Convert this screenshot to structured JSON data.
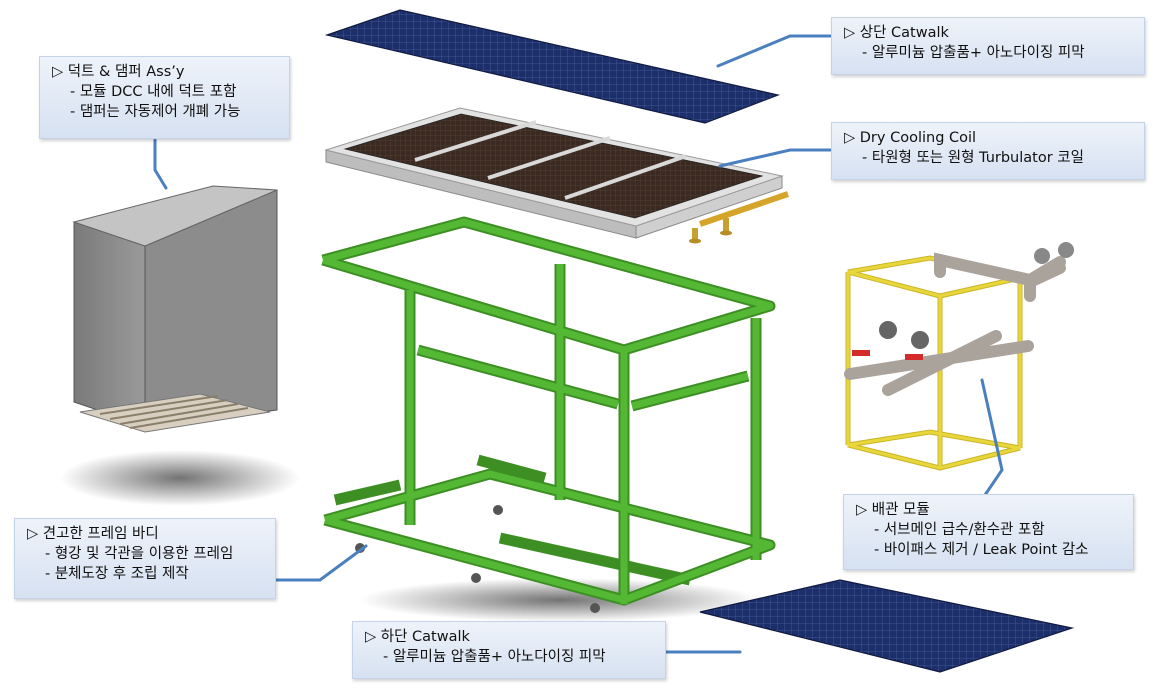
{
  "callouts": {
    "upper_catwalk": {
      "title": "▷ 상단 Catwalk",
      "lines": [
        "- 알루미늄 압출품+ 아노다이징 피막"
      ]
    },
    "duct": {
      "title": "▷ 덕트 & 댐퍼 Ass’y",
      "lines": [
        "- 모듈 DCC 내에 덕트 포함",
        "- 댐퍼는 자동제어 개폐 가능"
      ]
    },
    "coil": {
      "title": "▷ Dry Cooling Coil",
      "lines": [
        "- 타원형 또는 원형 Turbulator 코일"
      ]
    },
    "piping": {
      "title": "▷ 배관 모듈",
      "lines": [
        "- 서브메인 급수/환수관 포함",
        "- 바이패스 제거 / Leak Point 감소"
      ]
    },
    "frame": {
      "title": "▷ 견고한 프레임 바디",
      "lines": [
        "- 형강 및 각관을 이용한 프레임",
        "- 분체도장 후 조립 제작"
      ]
    },
    "lower_catwalk": {
      "title": "▷ 하단 Catwalk",
      "lines": [
        "- 알루미늄 압출품+ 아노다이징 피막"
      ]
    }
  },
  "colors": {
    "catwalk": "#1c2f6b",
    "frame": "#54b835",
    "frame_dark": "#3d8f24",
    "duct": "#8e8e8e",
    "coil_mesh": "#3a2a22",
    "coil_frame": "#d9d9d9",
    "pipe_rack": "#e8d63a",
    "pipe": "#b9b4ae",
    "valve": "#d42a2a",
    "leader": "#4a7fc0"
  },
  "icons": [
    "catwalk-panel-icon",
    "duct-damper-icon",
    "cooling-coil-icon",
    "steel-frame-icon",
    "piping-module-icon"
  ]
}
